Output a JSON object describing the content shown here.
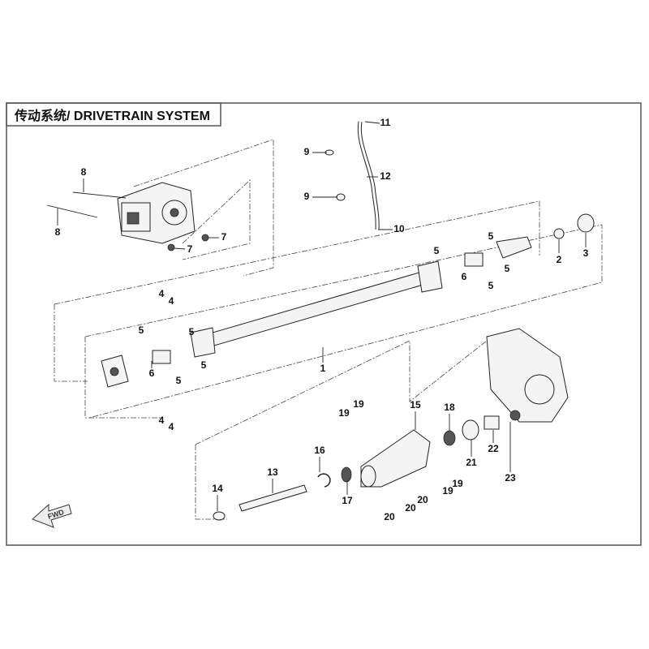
{
  "title": "传动系统/ DRIVETRAIN SYSTEM",
  "fwd_label": "FWD",
  "callouts": [
    "11",
    "9",
    "12",
    "9",
    "10",
    "8",
    "8",
    "7",
    "7",
    "2",
    "3",
    "5",
    "5",
    "5",
    "5",
    "6",
    "4",
    "4",
    "5",
    "5",
    "6",
    "5",
    "5",
    "1",
    "4",
    "4",
    "19",
    "19",
    "15",
    "18",
    "21",
    "22",
    "23",
    "16",
    "13",
    "14",
    "17",
    "20",
    "20",
    "20",
    "19",
    "19"
  ]
}
